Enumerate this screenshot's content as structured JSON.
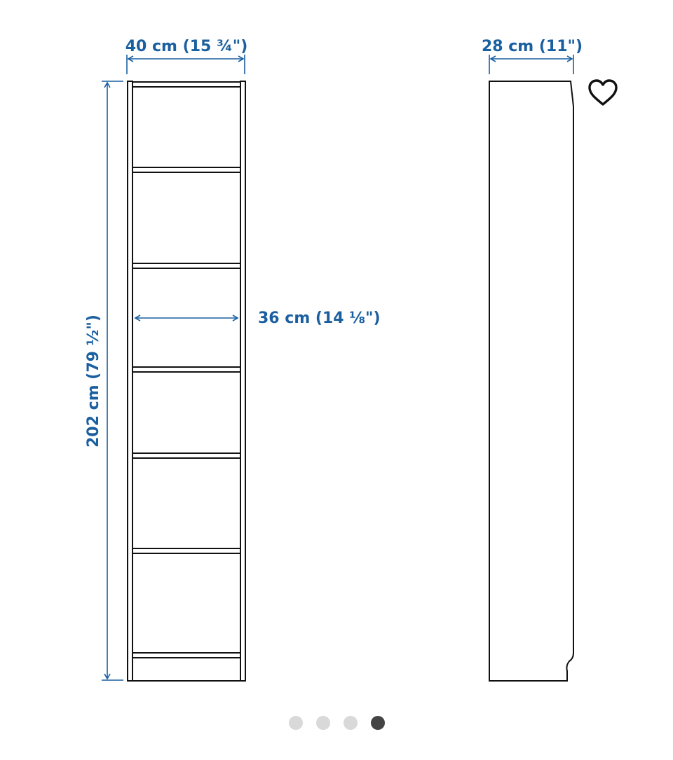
{
  "dimensions": {
    "width_label": "40 cm (15 ¾\")",
    "depth_label": "28 cm (11\")",
    "inner_width_label": "36 cm (14 ⅛\")",
    "height_label": "202 cm (79 ½\")"
  },
  "favorite": {
    "icon": "heart-outline-icon"
  },
  "carousel": {
    "total": 4,
    "active_index": 3,
    "active_color": "#444444",
    "inactive_color": "#d9d9d9"
  },
  "colors": {
    "dimension_blue": "#1a5fa0",
    "outline_black": "#111111"
  }
}
